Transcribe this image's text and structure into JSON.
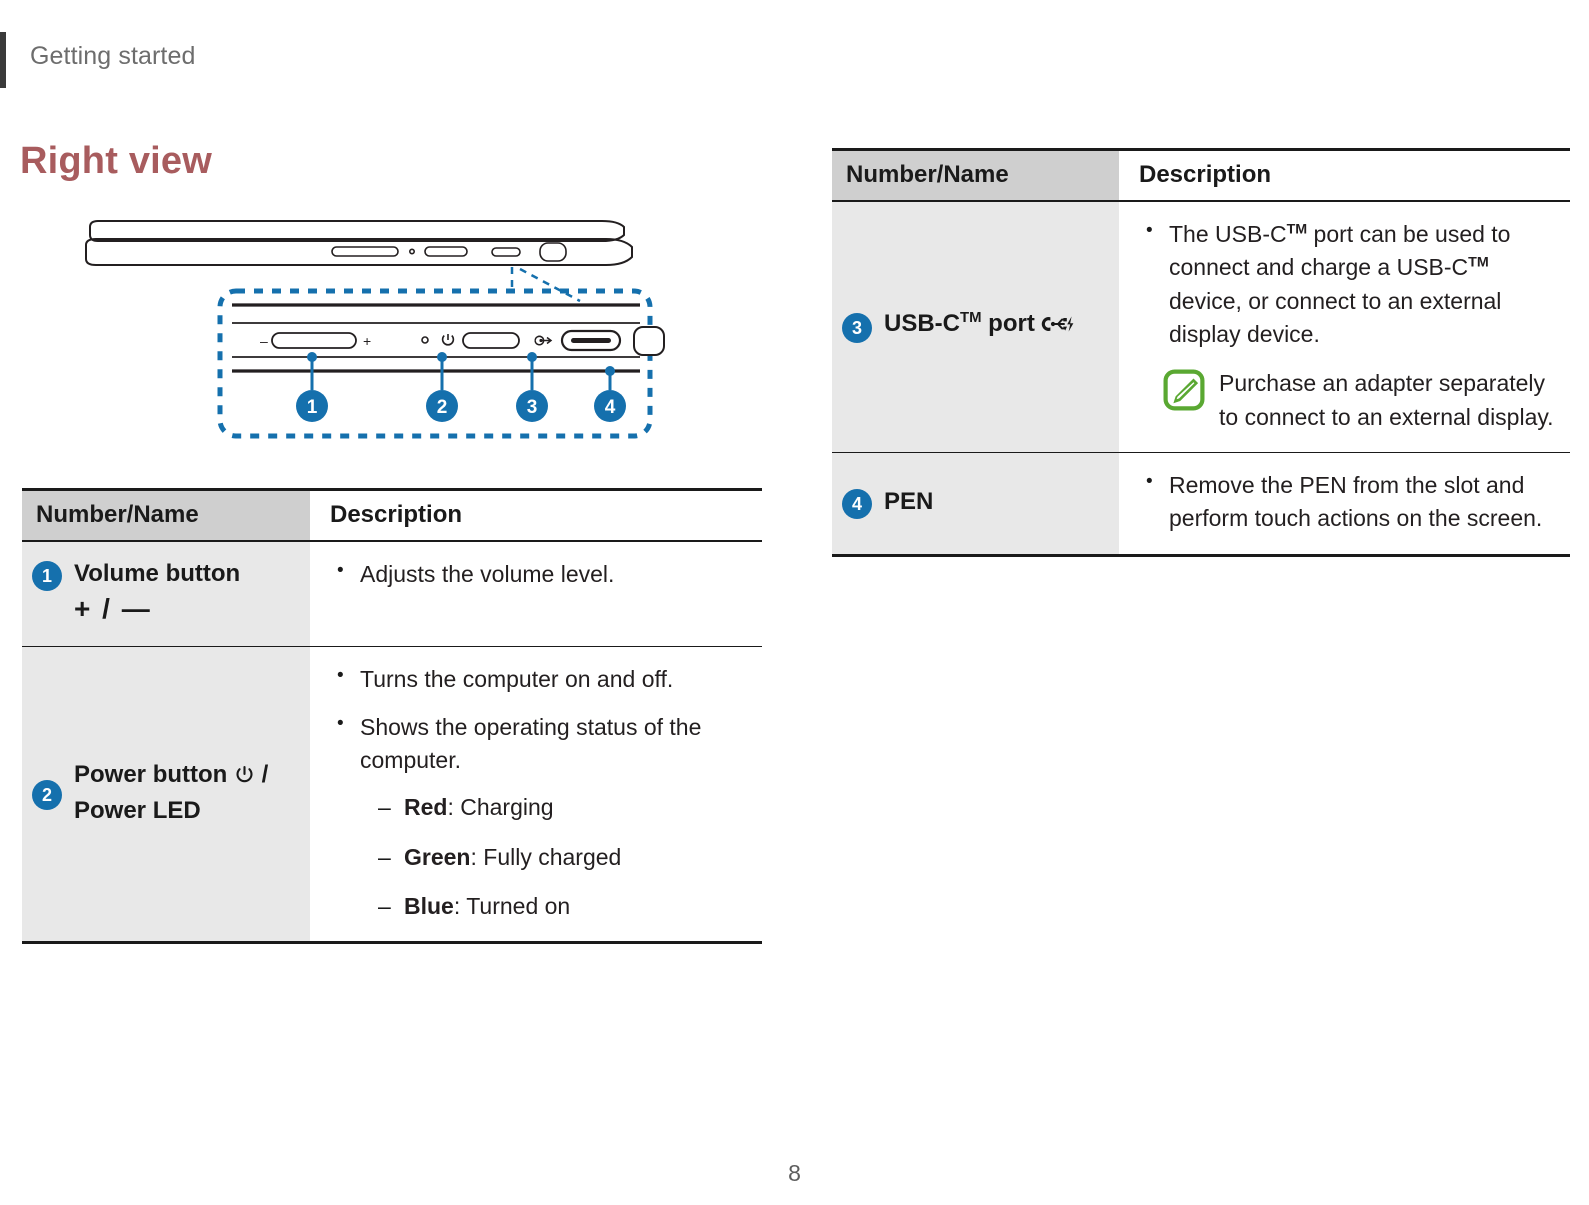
{
  "page": {
    "running_head": "Getting started",
    "section_title": "Right view",
    "page_number": "8"
  },
  "figure": {
    "caption_numbers": [
      "1",
      "2",
      "3",
      "4"
    ],
    "volume_minus_label": "–",
    "volume_plus_label": "+",
    "alt": "Right edge of the computer showing volume button, power button, USB-C port and PEN slot"
  },
  "colors": {
    "heading": "#a85c5e",
    "badge_blue": "#1570ad",
    "header_row_gray": "#cfcfcf",
    "name_cell_gray": "#e8e8e8",
    "note_icon_green": "#5aa832",
    "rule": "#1a1a1a"
  },
  "tables": {
    "left": {
      "headers": {
        "name": "Number/Name",
        "description": "Description"
      },
      "rows": [
        {
          "number": "1",
          "name": "Volume button",
          "name_symbols": "+ / —",
          "bullets": [
            {
              "text": "Adjusts the volume level."
            }
          ]
        },
        {
          "number": "2",
          "name_line1": "Power button",
          "name_icon": "power-icon",
          "name_slash": "/",
          "name_line2": "Power LED",
          "bullets": [
            {
              "text": "Turns the computer on and off."
            },
            {
              "text": "Shows the operating status of the computer.",
              "sub": [
                {
                  "label": "Red",
                  "sep": ": ",
                  "text": "Charging"
                },
                {
                  "label": "Green",
                  "sep": ": ",
                  "text": "Fully charged"
                },
                {
                  "label": "Blue",
                  "sep": ": ",
                  "text": "Turned on"
                }
              ]
            }
          ]
        }
      ]
    },
    "right": {
      "headers": {
        "name": "Number/Name",
        "description": "Description"
      },
      "rows": [
        {
          "number": "3",
          "name_prefix": "USB-C",
          "name_tm": "TM",
          "name_suffix": " port",
          "name_icon": "usb-c-charge-icon",
          "bullets": [
            {
              "parts": [
                {
                  "t": "The USB-C"
                },
                {
                  "tm": "TM"
                },
                {
                  "t": " port can be used to connect and charge a USB-C"
                },
                {
                  "tm": "TM"
                },
                {
                  "t": " device, or connect to an external display device."
                }
              ]
            }
          ],
          "note": {
            "icon": "note-pen-icon",
            "text": "Purchase an adapter separately to connect to an external display."
          }
        },
        {
          "number": "4",
          "name": "PEN",
          "bullets": [
            {
              "text": "Remove the PEN from the slot and perform touch actions on the screen."
            }
          ]
        }
      ]
    }
  }
}
